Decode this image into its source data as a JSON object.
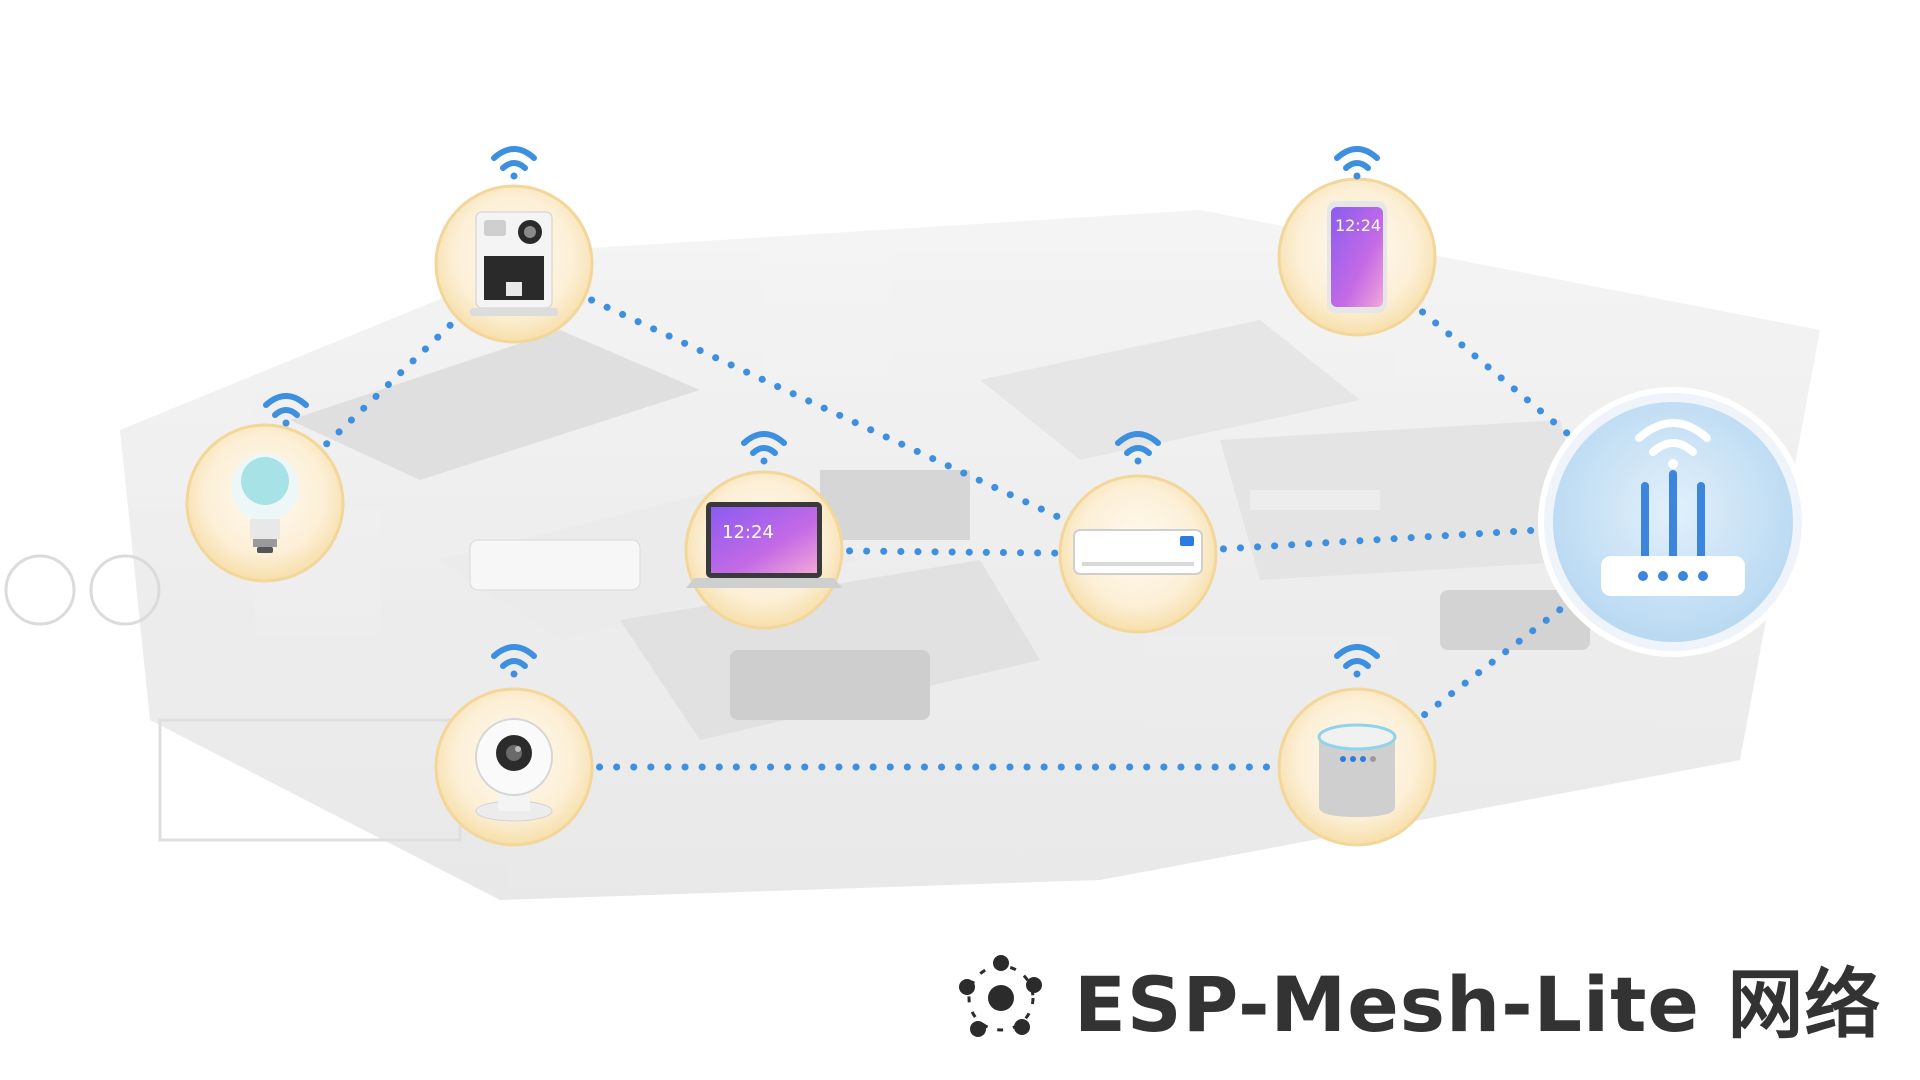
{
  "caption": {
    "title": "ESP-Mesh-Lite 网络",
    "icon": "mesh-network-icon"
  },
  "devices": [
    {
      "id": "coffee-machine",
      "icon": "coffee-machine-icon"
    },
    {
      "id": "smart-bulb",
      "icon": "light-bulb-icon"
    },
    {
      "id": "laptop",
      "icon": "laptop-icon",
      "screen_time": "12:24"
    },
    {
      "id": "air-conditioner",
      "icon": "air-conditioner-icon"
    },
    {
      "id": "phone",
      "icon": "smartphone-icon",
      "screen_time": "12:24"
    },
    {
      "id": "security-camera",
      "icon": "camera-icon"
    },
    {
      "id": "smart-speaker",
      "icon": "speaker-icon"
    },
    {
      "id": "router",
      "icon": "router-icon"
    }
  ],
  "links": [
    [
      "smart-bulb",
      "coffee-machine"
    ],
    [
      "coffee-machine",
      "air-conditioner"
    ],
    [
      "laptop",
      "air-conditioner"
    ],
    [
      "air-conditioner",
      "router"
    ],
    [
      "phone",
      "router"
    ],
    [
      "security-camera",
      "smart-speaker"
    ],
    [
      "smart-speaker",
      "router"
    ]
  ],
  "colors": {
    "link": "#3d8fe0",
    "wifi": "#3d8fe0",
    "device_ring": "#f3d79a",
    "device_fill": "#fdf3df",
    "router_fill": "#cfe6f8",
    "text": "#333333"
  }
}
